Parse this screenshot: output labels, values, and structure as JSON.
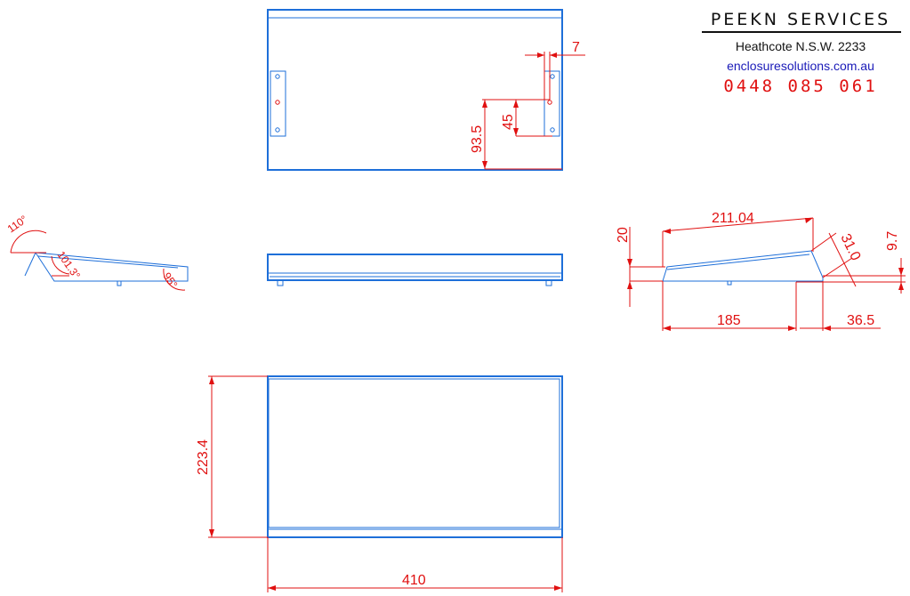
{
  "header": {
    "company": "PEEKN SERVICES",
    "address": "Heathcote N.S.W. 2233",
    "website": "enclosuresolutions.com.au",
    "phone": "0448 085 061"
  },
  "dimensions": {
    "top_view_offset": "7",
    "top_view_hole_height": "93.5",
    "top_view_hole_spacing": "45",
    "angle_top_left": "110°",
    "angle_inner": "101.3°",
    "angle_front": "95°",
    "side_sloped_length": "211.04",
    "side_front_height": "20",
    "side_front_face": "31.0",
    "side_back_height": "9.7",
    "side_base_length": "185",
    "side_back_depth": "36.5",
    "plan_depth": "223.4",
    "plan_width": "410"
  },
  "colors": {
    "outline": "#1e6fd9",
    "dimension": "#e01010",
    "website": "#1a1ab8"
  }
}
